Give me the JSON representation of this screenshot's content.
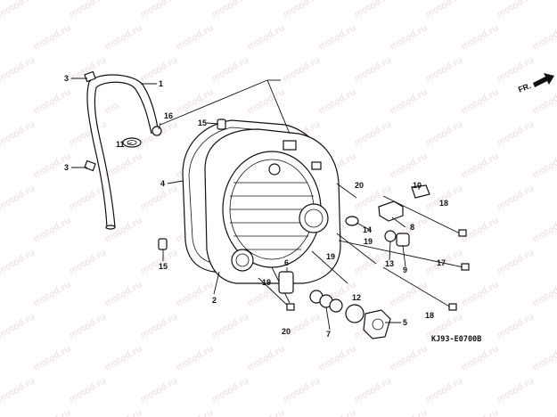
{
  "watermark": "motod.ru",
  "diagram_code": "KJ93-E0700B",
  "direction_label": "FR.",
  "callouts": {
    "c1": "1",
    "c2": "2",
    "c3a": "3",
    "c3b": "3",
    "c4": "4",
    "c5": "5",
    "c6": "6",
    "c7": "7",
    "c8": "8",
    "c9": "9",
    "c10": "10",
    "c11": "11",
    "c12": "12",
    "c13": "13",
    "c14": "14",
    "c15a": "15",
    "c15b": "15",
    "c16": "16",
    "c17": "17",
    "c18a": "18",
    "c18b": "18",
    "c19a": "19",
    "c19b": "19",
    "c19c": "19",
    "c20a": "20",
    "c20b": "20"
  }
}
